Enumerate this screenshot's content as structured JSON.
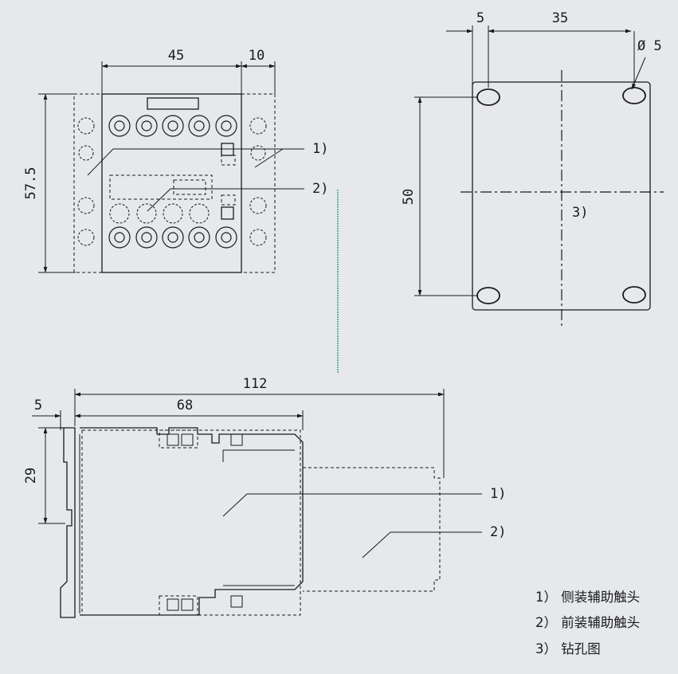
{
  "dimensions": {
    "front_width": "45",
    "front_side": "10",
    "front_height": "57.5",
    "drill_offset": "5",
    "drill_spacing_x": "35",
    "drill_hole": "Ø 5",
    "drill_spacing_y": "50",
    "side_total": "112",
    "side_body": "68",
    "side_offset": "5",
    "side_height": "29"
  },
  "callouts": {
    "c1": "1)",
    "c2": "2)",
    "c3": "3)"
  },
  "legend": [
    {
      "label": "1） 侧装辅助触头"
    },
    {
      "label": "2） 前装辅助触头"
    },
    {
      "label": "3） 钻孔图"
    }
  ]
}
